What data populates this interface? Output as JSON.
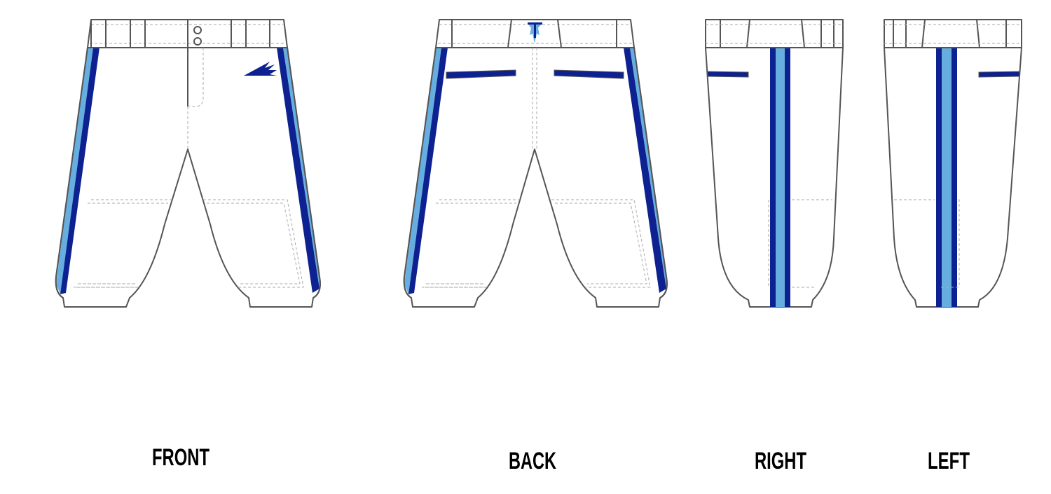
{
  "views": [
    {
      "label": "FRONT"
    },
    {
      "label": "BACK"
    },
    {
      "label": "RIGHT"
    },
    {
      "label": "LEFT"
    }
  ],
  "colors": {
    "navy": "#0d2190",
    "light_blue": "#66aee0",
    "outline": "#555555",
    "background": "#ffffff"
  },
  "icons": {
    "front_logo": "trident-arrow-logo",
    "back_logo": "t-logo"
  }
}
